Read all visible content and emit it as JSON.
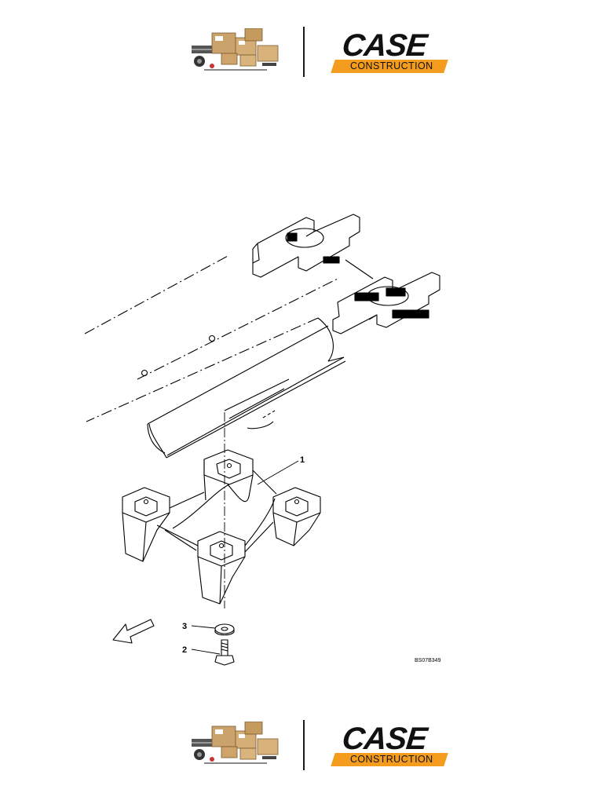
{
  "header": {
    "brand_name": "CASE",
    "brand_subtitle": "CONSTRUCTION",
    "parts_image": "parts-boxes-photo",
    "colors": {
      "brand_orange": "#f39c1e",
      "brand_black": "#111111"
    }
  },
  "footer": {
    "brand_name": "CASE",
    "brand_subtitle": "CONSTRUCTION",
    "parts_image": "parts-boxes-photo"
  },
  "diagram": {
    "callouts": [
      {
        "number": "1"
      },
      {
        "number": "2"
      },
      {
        "number": "3"
      }
    ],
    "drawing_code": "BS07B349",
    "direction_arrow": "front-direction-arrow-icon"
  }
}
